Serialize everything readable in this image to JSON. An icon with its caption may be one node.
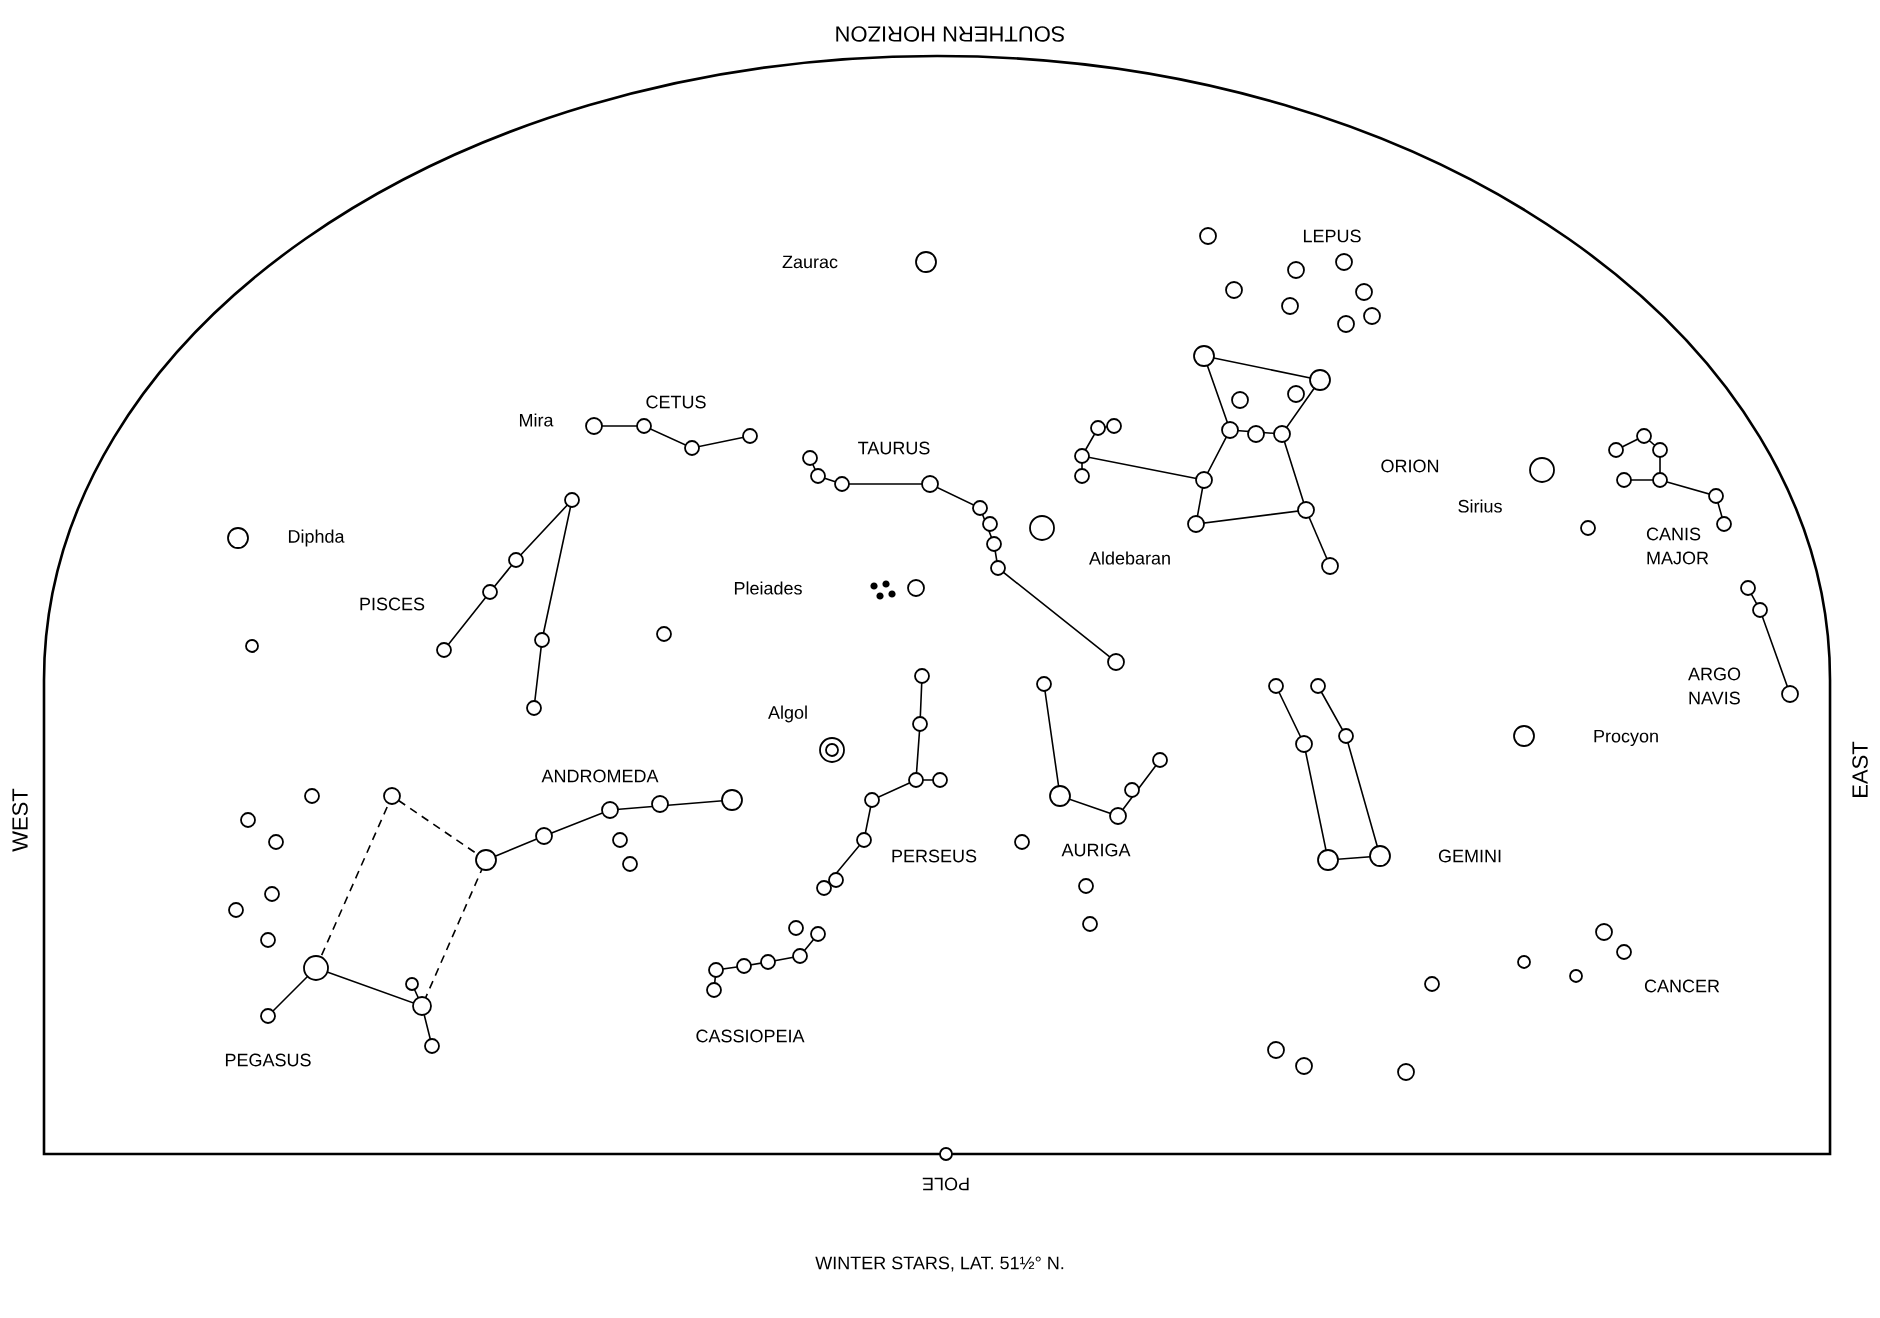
{
  "diagram": {
    "caption": "WINTER STARS, LAT. 51½° N.",
    "labels": [
      "SOUTHERN HORIZON",
      "Zaurac",
      "LEPUS",
      "Mira",
      "CETUS",
      "TAURUS",
      "ORION",
      "Sirius",
      "CANIS MAJOR",
      "Diphda",
      "Aldebaran",
      "PISCES",
      "Pleiades",
      "ARGO NAVIS",
      "Algol",
      "ANDROMEDA",
      "Procyon",
      "WEST",
      "PERSEUS",
      "AURIGA",
      "GEMINI",
      "EAST",
      "CANCER",
      "PEGASUS",
      "CASSIOPEIA",
      "POLE"
    ]
  }
}
